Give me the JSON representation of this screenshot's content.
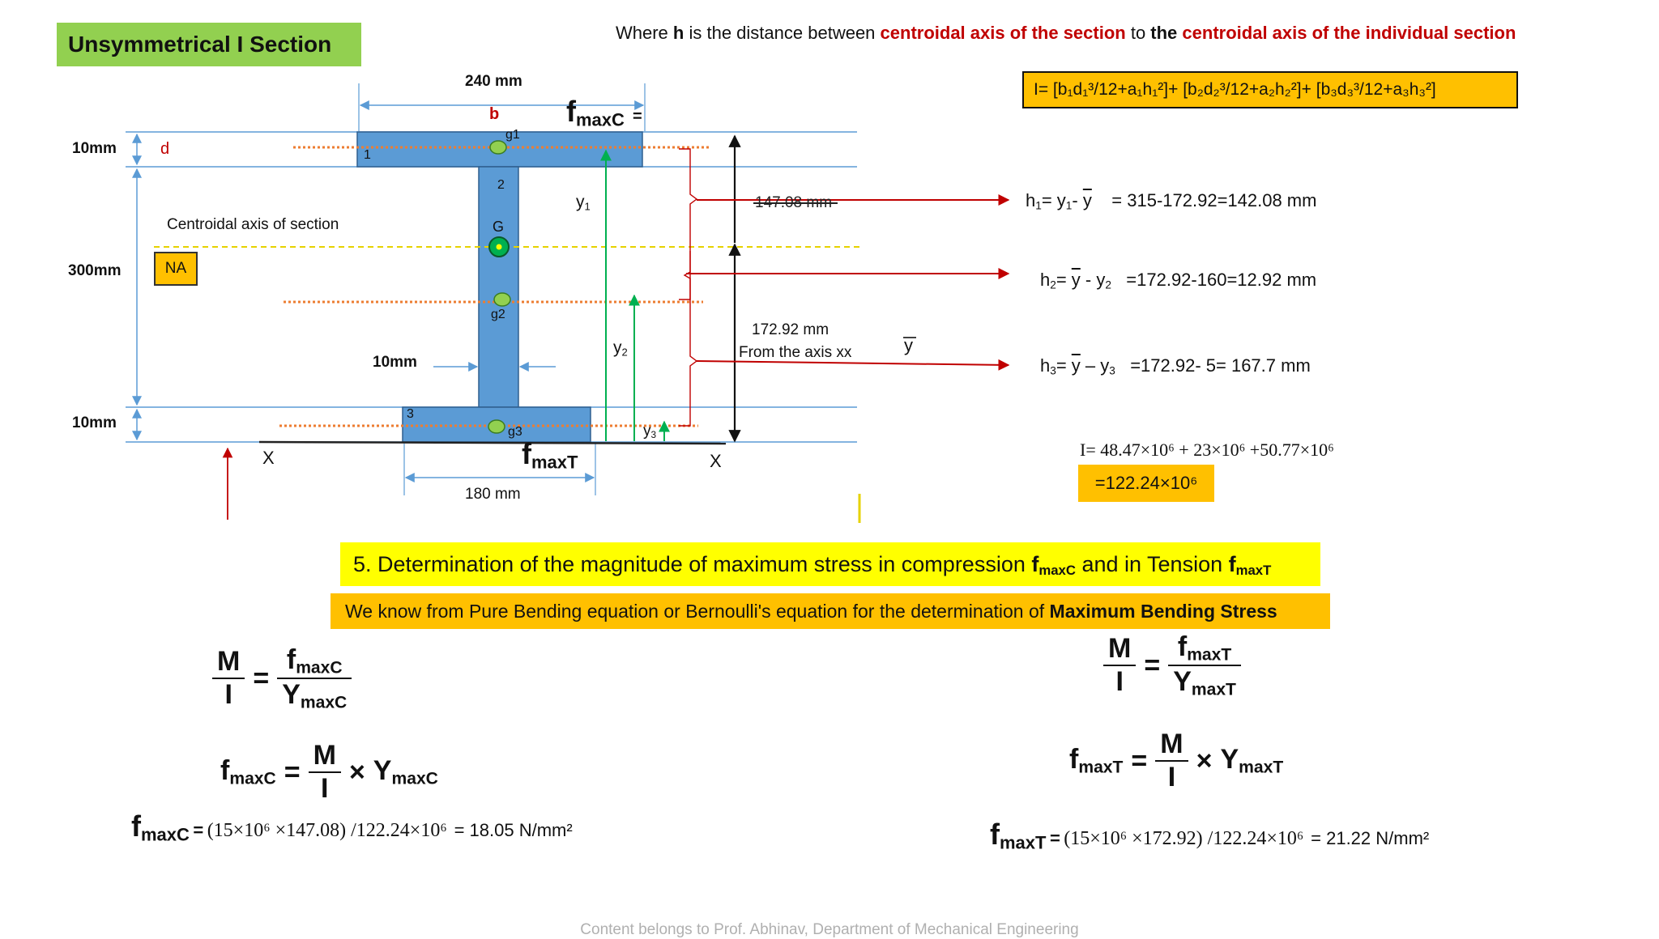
{
  "title": "Unsymmetrical I Section",
  "note": {
    "p1": "Where ",
    "h": "h",
    "p2": " is the distance between ",
    "r1": "centroidal axis of the  section",
    "p3": " to ",
    "b1": "the ",
    "r2": "centroidal axis of the individual section"
  },
  "formula": "I= [b₁d₁³/12+a₁h₁²]+ [b₂d₂³/12+a₂h₂²]+ [b₃d₃³/12+a₃h₃²]",
  "diagram": {
    "top_width": "240 mm",
    "bottom_width": "180 mm",
    "flange_top": "10mm",
    "web_height": "300mm",
    "flange_bottom": "10mm",
    "web_thickness": "10mm",
    "b": "b",
    "d": "d",
    "centroid_caption": "Centroidal axis of section",
    "na": "NA",
    "g": "G",
    "g1": "g1",
    "g2": "g2",
    "g3": "g3",
    "n1": "1",
    "n2": "2",
    "n3": "3",
    "x_left": "X",
    "x_right": "X",
    "dist_top": "147.08 mm",
    "dist_bottom": "172.92 mm",
    "from_axis": "From the axis xx",
    "ybar": "y",
    "y1": "y",
    "y1s": "1",
    "y2": "y",
    "y2s": "2",
    "y3": "y",
    "y3s": "3"
  },
  "h_values": {
    "h1": "= 315-172.92=142.08 mm",
    "h2": "=172.92-160=12.92 mm",
    "h3": "=172.92- 5= 167.7 mm"
  },
  "moment": {
    "sum": "I= 48.47×10⁶  + 23×10⁶  +50.77×10⁶",
    "total": "=122.24×10⁶"
  },
  "section5": {
    "heading_a": "5. Determination of the magnitude of maximum stress in compression ",
    "heading_b": " and in Tension ",
    "subheading_a": "We know from Pure Bending equation or Bernoulli's equation for the determination of  ",
    "subheading_b": "Maximum Bending Stress"
  },
  "eq": {
    "M": "M",
    "I": "I",
    "f": "f",
    "Y": "Y",
    "maxC": "maxC",
    "maxT": "maxT",
    "times": "×",
    "equals": "=",
    "fmaxC_calc": "(15×10⁶ ×147.08) /122.24×10⁶",
    "fmaxC_res": "= 18.05 N/mm²",
    "fmaxT_calc": "(15×10⁶ ×172.92) /122.24×10⁶",
    "fmaxT_res": "= 21.22 N/mm²"
  },
  "footer": "Content belongs to Prof. Abhinav, Department of Mechanical Engineering",
  "colors": {
    "steel": "#5b9bd5",
    "title_green": "#92d050",
    "highlight_orange": "#ffc000",
    "highlight_yellow": "#ffff00",
    "accent_red": "#c00000",
    "arrow_green": "#00b050"
  }
}
